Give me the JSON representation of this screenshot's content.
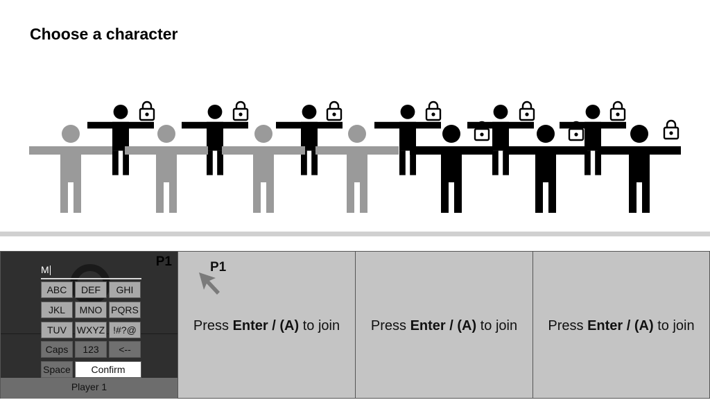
{
  "screen": {
    "title": "Choose a character"
  },
  "roster": {
    "characters": [
      {
        "tone": "gray",
        "locked": false
      },
      {
        "tone": "black",
        "locked": true
      },
      {
        "tone": "gray",
        "locked": false
      },
      {
        "tone": "black",
        "locked": true
      },
      {
        "tone": "gray",
        "locked": false
      },
      {
        "tone": "black",
        "locked": true
      },
      {
        "tone": "gray",
        "locked": false
      },
      {
        "tone": "black",
        "locked": true
      },
      {
        "tone": "black",
        "locked": true
      },
      {
        "tone": "black",
        "locked": true
      },
      {
        "tone": "black",
        "locked": true
      },
      {
        "tone": "black",
        "locked": true
      },
      {
        "tone": "black",
        "locked": true
      },
      {
        "tone": "black",
        "locked": true
      }
    ],
    "colors": {
      "gray": "#9a9a9a",
      "black": "#000000"
    },
    "lock_icon": "padlock-icon"
  },
  "player1": {
    "badge": "P1",
    "name_value": "M",
    "keyboard": {
      "rows": [
        [
          "ABC",
          "DEF",
          "GHI"
        ],
        [
          "JKL",
          "MNO",
          "PQRS"
        ],
        [
          "TUV",
          "WXYZ",
          "!#?@"
        ],
        [
          "Caps",
          "123",
          "<--"
        ]
      ],
      "space_label": "Space",
      "confirm_label": "Confirm"
    },
    "footer_label": "Player 1"
  },
  "slots": [
    {
      "badge": "P1",
      "cursor_icon": "pointer-arrow-icon",
      "join_prefix": "Press ",
      "join_key": "Enter / (A)",
      "join_suffix": " to join"
    },
    {
      "badge": "",
      "join_prefix": "Press ",
      "join_key": "Enter / (A)",
      "join_suffix": " to join"
    },
    {
      "badge": "",
      "join_prefix": "Press ",
      "join_key": "Enter / (A)",
      "join_suffix": " to join"
    }
  ]
}
